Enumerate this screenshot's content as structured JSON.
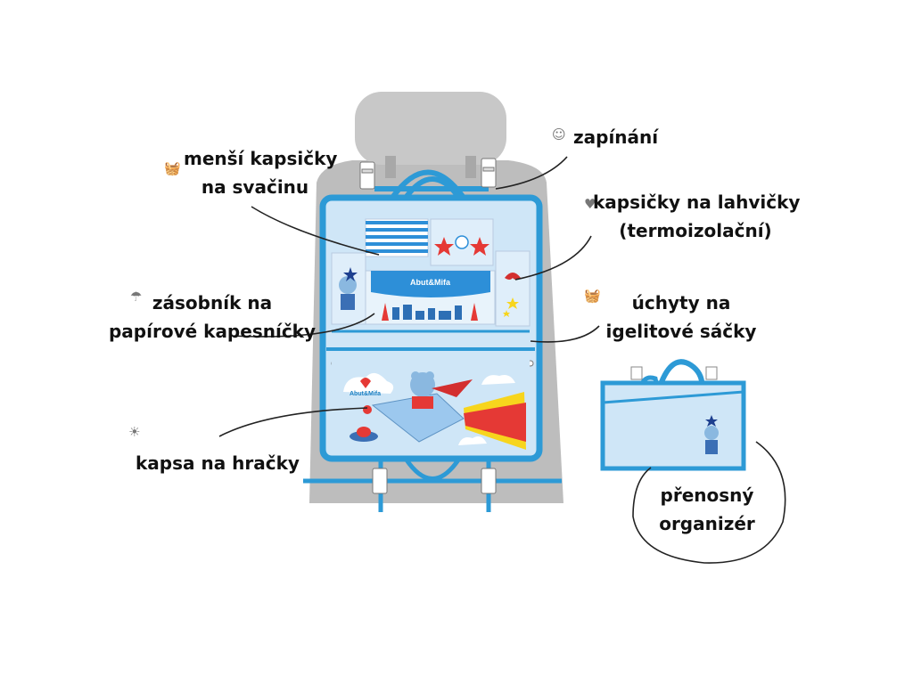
{
  "labels": {
    "snack_pockets": {
      "line1": "menší kapsičky",
      "line2": "na svačinu"
    },
    "fastening": {
      "text": "zapínání"
    },
    "bottle_pockets": {
      "line1": "kapsičky na lahvičky",
      "line2": "(termoizolační)"
    },
    "tissue_holder": {
      "line1": "zásobník na",
      "line2": "papírové kapesníčky"
    },
    "bag_holders": {
      "line1": "úchyty na",
      "line2": "igelitové sáčky"
    },
    "toy_pocket": {
      "text": "kapsa na hračky"
    },
    "portable_organizer": {
      "line1": "přenosný",
      "line2": "organizér"
    }
  },
  "brand": "Abut&Mifa",
  "icons": {
    "snack_pockets": "basket-icon",
    "fastening": "smiley-icon",
    "bottle_pockets": "heart-icon",
    "tissue_holder": "umbrella-icon",
    "bag_holders": "basket-icon",
    "toy_pocket": "sun-icon"
  },
  "colors": {
    "seat": "#bdbdbd",
    "headrest": "#c8c8c8",
    "organizer_fill": "#cfe6f7",
    "organizer_trim": "#2d9ad6",
    "strap": "#2d9ad6",
    "accent_red": "#e53935",
    "accent_yellow": "#f7d51d",
    "text": "#111111",
    "line": "#222222"
  }
}
